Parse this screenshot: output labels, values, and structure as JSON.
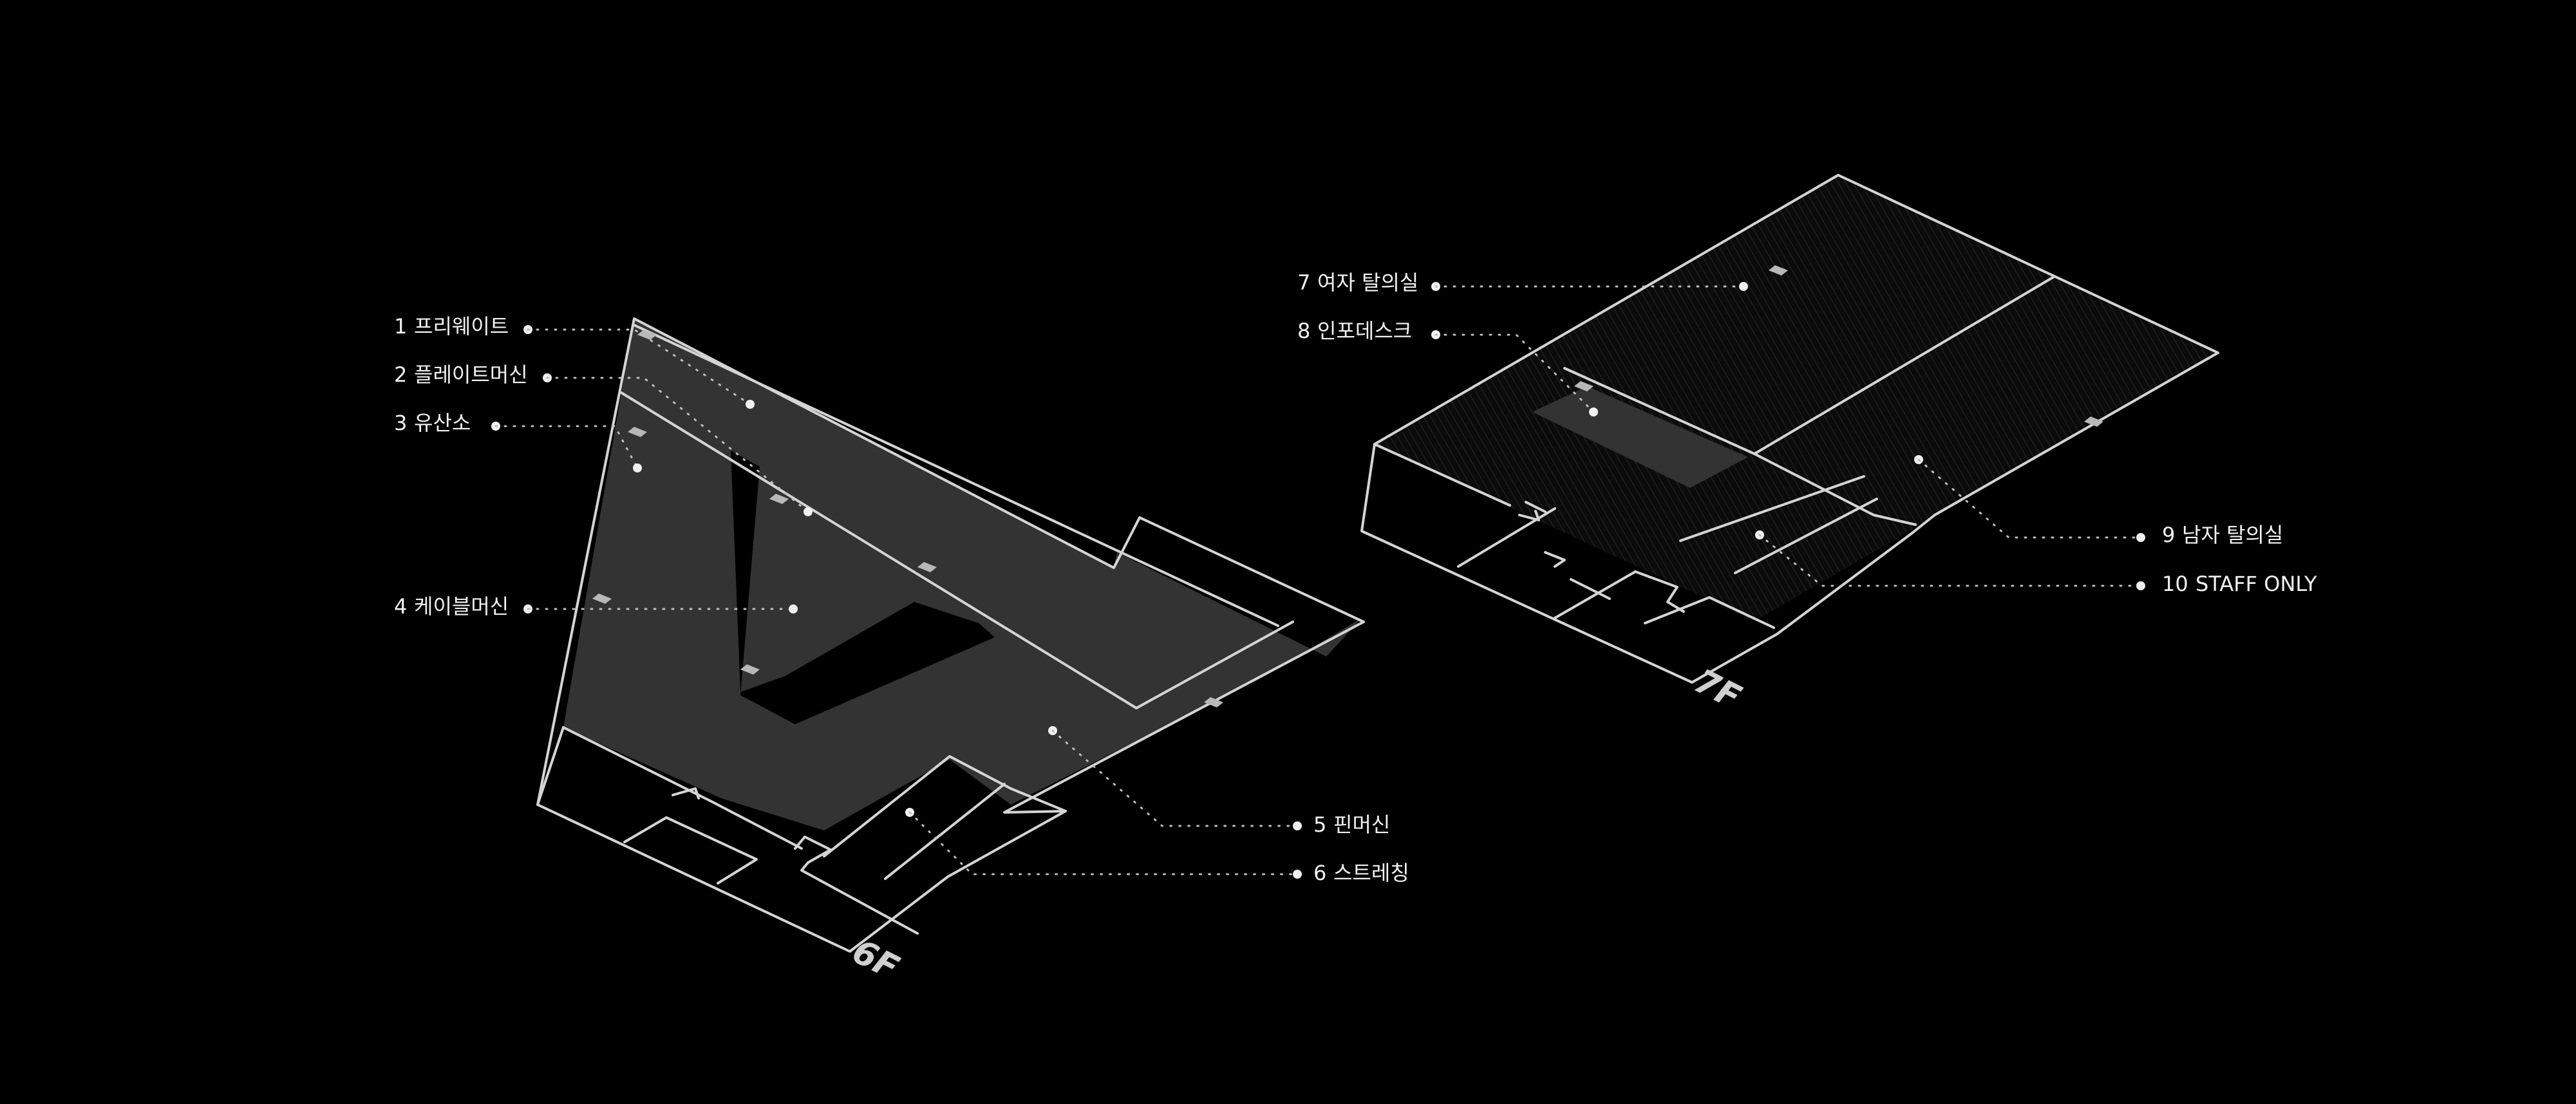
{
  "floors": {
    "sixth": {
      "name": "6F"
    },
    "seventh": {
      "name": "7F"
    }
  },
  "labels": [
    {
      "num": "1",
      "text": "프리웨이트"
    },
    {
      "num": "2",
      "text": "플레이트머신"
    },
    {
      "num": "3",
      "text": "유산소"
    },
    {
      "num": "4",
      "text": "케이블머신"
    },
    {
      "num": "5",
      "text": "핀머신"
    },
    {
      "num": "6",
      "text": "스트레칭"
    },
    {
      "num": "7",
      "text": "여자 탈의실"
    },
    {
      "num": "8",
      "text": "인포데스크"
    },
    {
      "num": "9",
      "text": "남자 탈의실"
    },
    {
      "num": "10",
      "text": "STAFF ONLY"
    }
  ],
  "colors": {
    "background": "#000000",
    "floor_fill": "#333333",
    "outline": "#d4d4d4",
    "text": "#f2f2f2"
  }
}
